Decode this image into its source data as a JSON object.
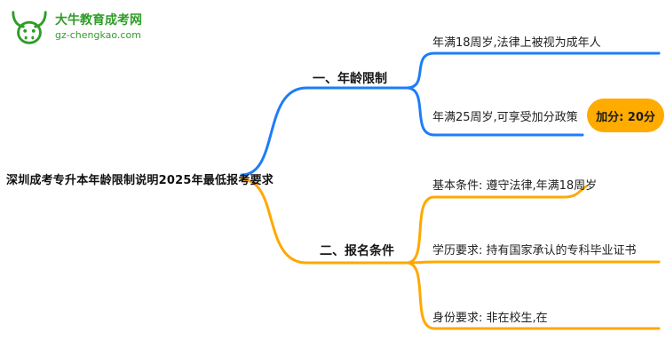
{
  "logo": {
    "title": "大牛教育成考网",
    "subtitle": "gz-chengkao.com",
    "icon": "bull-icon",
    "color": "#2f9d27"
  },
  "mindmap": {
    "root": "深圳成考专升本年龄限制说明2025年最低报考要求",
    "branches": [
      {
        "label": "一、年龄限制",
        "color": "#1e7df7",
        "children": [
          {
            "text": "年满18周岁,法律上被视为成年人"
          },
          {
            "text": "年满25周岁,可享受加分政策",
            "badge": "加分: 20分"
          }
        ]
      },
      {
        "label": "二、报名条件",
        "color": "#ffa800",
        "children": [
          {
            "text": "基本条件: 遵守法律,年满18周岁"
          },
          {
            "text": "学历要求: 持有国家承认的专科毕业证书"
          },
          {
            "text": "身份要求: 非在校生,在"
          }
        ]
      }
    ]
  },
  "colors": {
    "branch1_blue": "#1e7df7",
    "branch2_orange": "#ffa800",
    "badge_bg": "#ffab00",
    "logo_green": "#2f9d27",
    "background": "#ffffff"
  }
}
